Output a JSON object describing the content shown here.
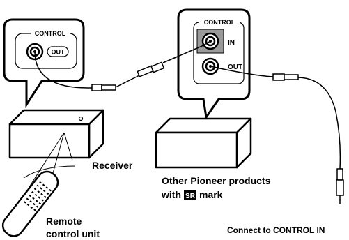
{
  "left_bubble": {
    "group_label": "CONTROL",
    "jack_label": "OUT"
  },
  "right_bubble": {
    "group_label": "CONTROL",
    "in_label": "IN",
    "out_label": "OUT"
  },
  "labels": {
    "receiver": "Receiver",
    "other_line1": "Other Pioneer products",
    "other_line2_prefix": "with",
    "other_line2_suffix": "mark",
    "sr_mark": "SR",
    "remote_line1": "Remote",
    "remote_line2": "control unit",
    "connect": "Connect to CONTROL IN"
  }
}
